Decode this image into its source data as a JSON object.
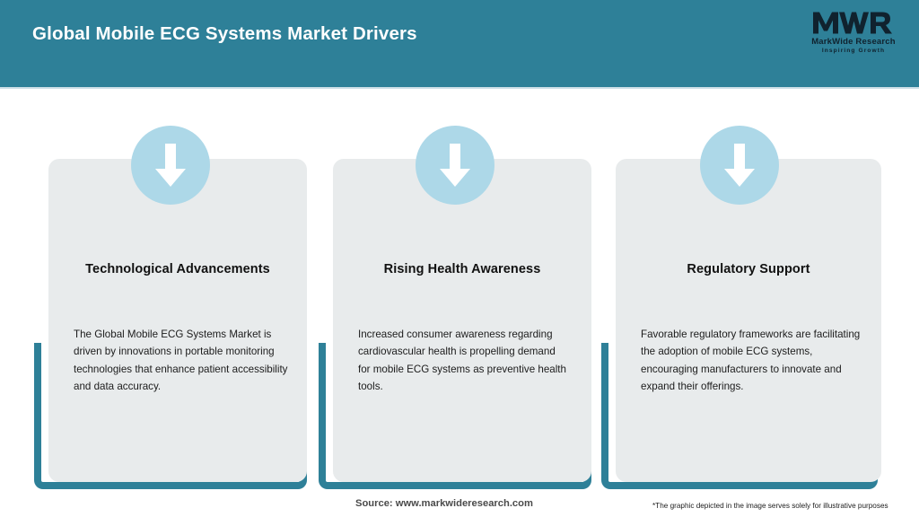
{
  "header": {
    "title": "Global Mobile ECG Systems Market Drivers",
    "background_color": "#2e8098",
    "title_color": "#ffffff"
  },
  "logo": {
    "mark": "MWR",
    "name": "MarkWide Research",
    "tagline": "Inspiring Growth",
    "color": "#10222e"
  },
  "theme": {
    "accent_color": "#2e8098",
    "card_background": "#e8ebec",
    "icon_circle_color": "#add8e8",
    "icon_arrow_color": "#ffffff",
    "page_background": "#ffffff"
  },
  "cards": [
    {
      "icon": "arrow-down-icon",
      "title": "Technological Advancements",
      "body": "The Global Mobile ECG Systems Market is driven by innovations in portable monitoring technologies that enhance patient accessibility and data accuracy."
    },
    {
      "icon": "arrow-down-icon",
      "title": "Rising Health Awareness",
      "body": "Increased consumer awareness regarding cardiovascular health is propelling demand for mobile ECG systems as preventive health tools."
    },
    {
      "icon": "arrow-down-icon",
      "title": "Regulatory Support",
      "body": "Favorable regulatory frameworks are facilitating the adoption of mobile ECG systems, encouraging manufacturers to innovate and expand their offerings."
    }
  ],
  "footer": {
    "source": "Source: www.markwideresearch.com",
    "disclaimer": "*The graphic depicted in the image serves solely for illustrative purposes"
  }
}
